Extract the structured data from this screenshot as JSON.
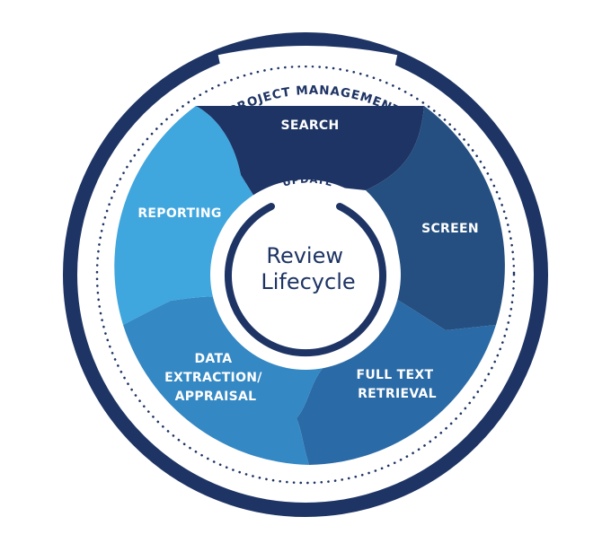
{
  "diagram": {
    "outer_ring_label": "PROJECT MANAGEMENT",
    "update_label": "UPDATE",
    "center_lines": [
      "Review",
      "Lifecycle"
    ],
    "segments": [
      {
        "id": "search",
        "lines": [
          "SEARCH"
        ],
        "color": "#1e3464"
      },
      {
        "id": "screen",
        "lines": [
          "SCREEN"
        ],
        "color": "#244f80"
      },
      {
        "id": "full-text-retrieval",
        "lines": [
          "FULL TEXT",
          "RETRIEVAL"
        ],
        "color": "#2a6aa6"
      },
      {
        "id": "data-extraction-appraisal",
        "lines": [
          "DATA",
          "EXTRACTION/",
          "APPRAISAL"
        ],
        "color": "#3488c4"
      },
      {
        "id": "reporting",
        "lines": [
          "REPORTING"
        ],
        "color": "#3fa6de"
      }
    ],
    "colors": {
      "navy": "#1e3464",
      "dots": "#1e3464",
      "background": "#ffffff"
    }
  }
}
